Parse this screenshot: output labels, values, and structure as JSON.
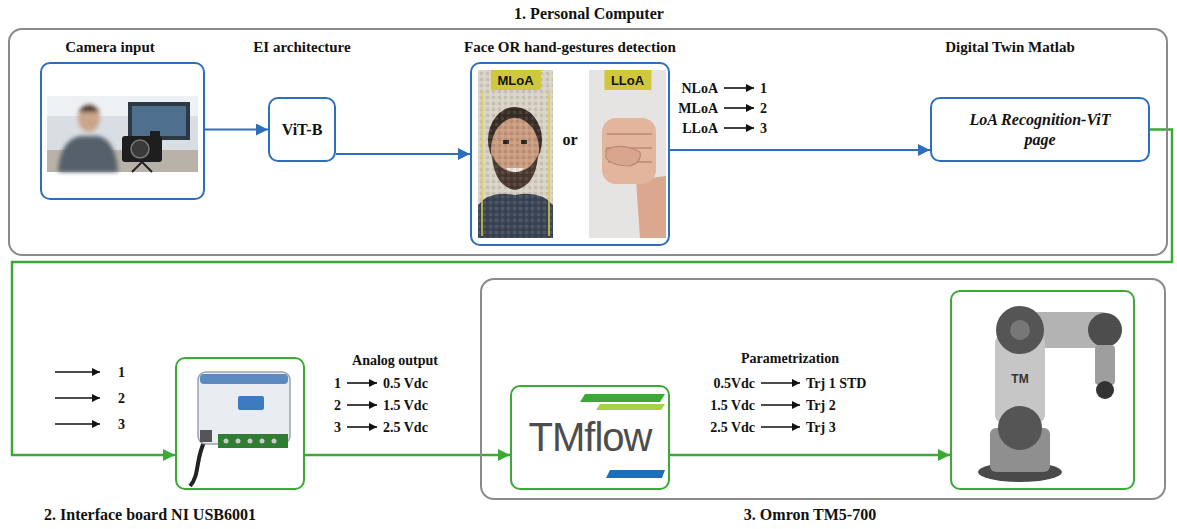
{
  "diagram": {
    "nodes": [
      {
        "text": [
          "1. Personal Computer"
        ]
      },
      {
        "text": [
          "Camera input"
        ],
        "in": 0
      },
      {
        "text": [
          "EI architecture",
          "ViT-B"
        ],
        "in": 0
      },
      {
        "text": [
          "Face OR hand-gestures detection",
          "or"
        ],
        "in": 0
      },
      {
        "text": [
          "MLoA"
        ],
        "in": 3
      },
      {
        "text": [
          "LLoA"
        ],
        "in": 3
      },
      {
        "text": [
          "Digital Twin Matlab",
          "LoA Recognition-ViT page"
        ],
        "in": 0
      },
      {
        "text": [
          "2. Interface board NI USB6001"
        ]
      },
      {
        "text": [
          "3. Omron TM5-700"
        ]
      },
      {
        "text": [
          "TMflow"
        ],
        "in": 8
      },
      {
        "text": [
          "TM"
        ],
        "in": 8
      }
    ],
    "edges": [
      {
        "from": 1,
        "to": 2,
        "arrow": "to"
      },
      {
        "from": 2,
        "to": 3,
        "arrow": "to"
      },
      {
        "from": 3,
        "to": 6,
        "arrow": "to"
      },
      {
        "from": 6,
        "to": 7,
        "arrow": "to"
      },
      {
        "from": 7,
        "to": 9,
        "arrow": "to",
        "label": "Analog output"
      },
      {
        "from": 9,
        "to": 10,
        "arrow": "to",
        "label": "Parametrization"
      }
    ],
    "labels": [
      "NLoA",
      "1",
      "MLoA",
      "2",
      "LLoA",
      "3",
      "1",
      "2",
      "3",
      "1",
      "0.5 Vdc",
      "2",
      "1.5 Vdc",
      "3",
      "2.5 Vdc",
      "0.5Vdc",
      "Trj 1 STD",
      "1.5 Vdc",
      "Trj 2",
      "2.5 Vdc",
      "Trj 3"
    ]
  }
}
